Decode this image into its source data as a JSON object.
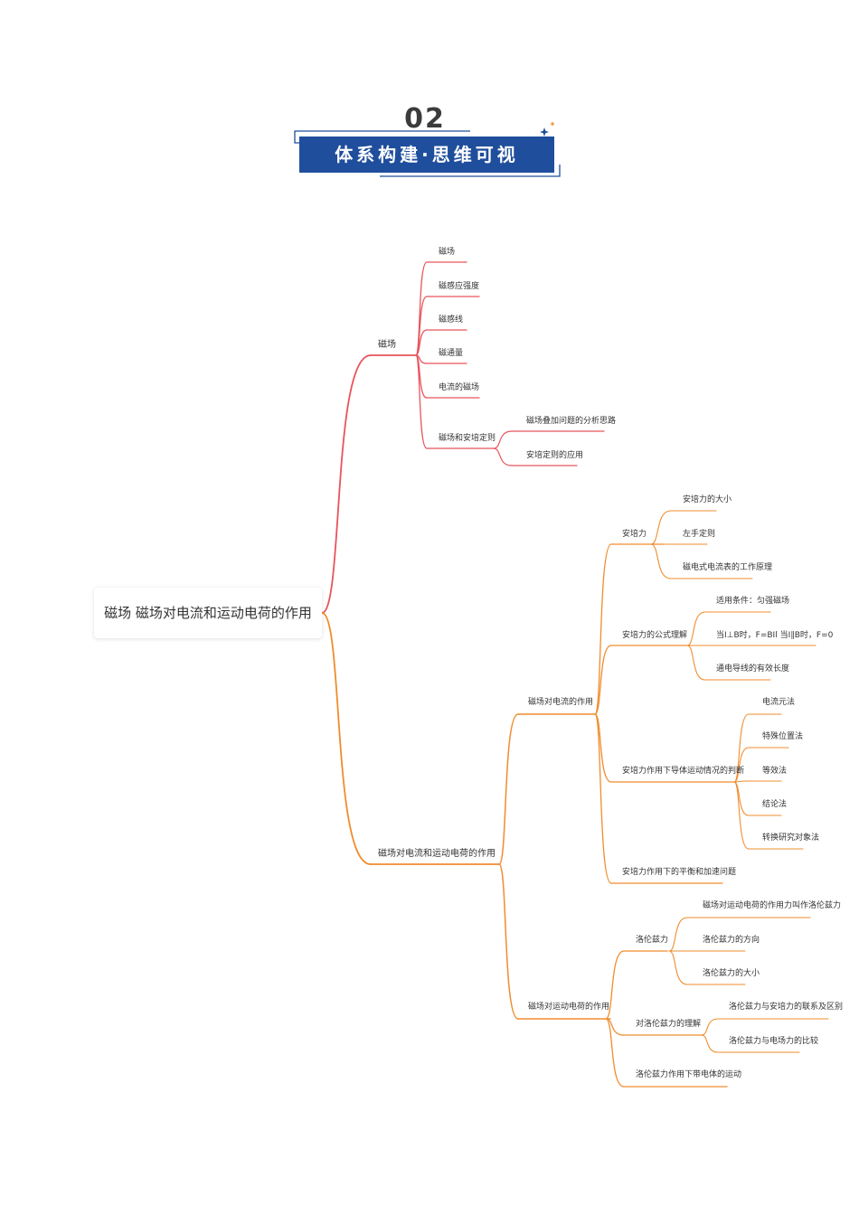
{
  "header": {
    "number": "02",
    "title": "体系构建·思维可视"
  },
  "colors": {
    "header_blue": "#1f4e9c",
    "branch_magnetic_field": "#e8545c",
    "branch_action": "#f08c2e",
    "text": "#333333"
  },
  "mindmap": {
    "root": "磁场 磁场对电流和运动电荷的作用",
    "branches": [
      {
        "label": "磁场",
        "children": [
          {
            "label": "磁场"
          },
          {
            "label": "磁感应强度"
          },
          {
            "label": "磁感线"
          },
          {
            "label": "磁通量"
          },
          {
            "label": "电流的磁场"
          },
          {
            "label": "磁场和安培定则",
            "children": [
              {
                "label": "磁场叠加问题的分析思路"
              },
              {
                "label": "安培定则的应用"
              }
            ]
          }
        ]
      },
      {
        "label": "磁场对电流和运动电荷的作用",
        "children": [
          {
            "label": "磁场对电流的作用",
            "children": [
              {
                "label": "安培力",
                "children": [
                  {
                    "label": "安培力的大小"
                  },
                  {
                    "label": "左手定则"
                  },
                  {
                    "label": "磁电式电流表的工作原理"
                  }
                ]
              },
              {
                "label": "安培力的公式理解",
                "children": [
                  {
                    "label": "适用条件：匀强磁场"
                  },
                  {
                    "label": "当I⊥B时，F=BIl   当I∥B时，F=0"
                  },
                  {
                    "label": "通电导线的有效长度"
                  }
                ]
              },
              {
                "label": "安培力作用下导体运动情况的判断",
                "children": [
                  {
                    "label": "电流元法"
                  },
                  {
                    "label": "特殊位置法"
                  },
                  {
                    "label": "等效法"
                  },
                  {
                    "label": "结论法"
                  },
                  {
                    "label": "转换研究对象法"
                  }
                ]
              },
              {
                "label": "安培力作用下的平衡和加速问题"
              }
            ]
          },
          {
            "label": "磁场对运动电荷的作用",
            "children": [
              {
                "label": "洛伦兹力",
                "children": [
                  {
                    "label": "磁场对运动电荷的作用力叫作洛伦兹力"
                  },
                  {
                    "label": "洛伦兹力的方向"
                  },
                  {
                    "label": "洛伦兹力的大小"
                  }
                ]
              },
              {
                "label": "对洛伦兹力的理解",
                "children": [
                  {
                    "label": "洛伦兹力与安培力的联系及区别"
                  },
                  {
                    "label": "洛伦兹力与电场力的比较"
                  }
                ]
              },
              {
                "label": "洛伦兹力作用下带电体的运动"
              }
            ]
          }
        ]
      }
    ]
  }
}
